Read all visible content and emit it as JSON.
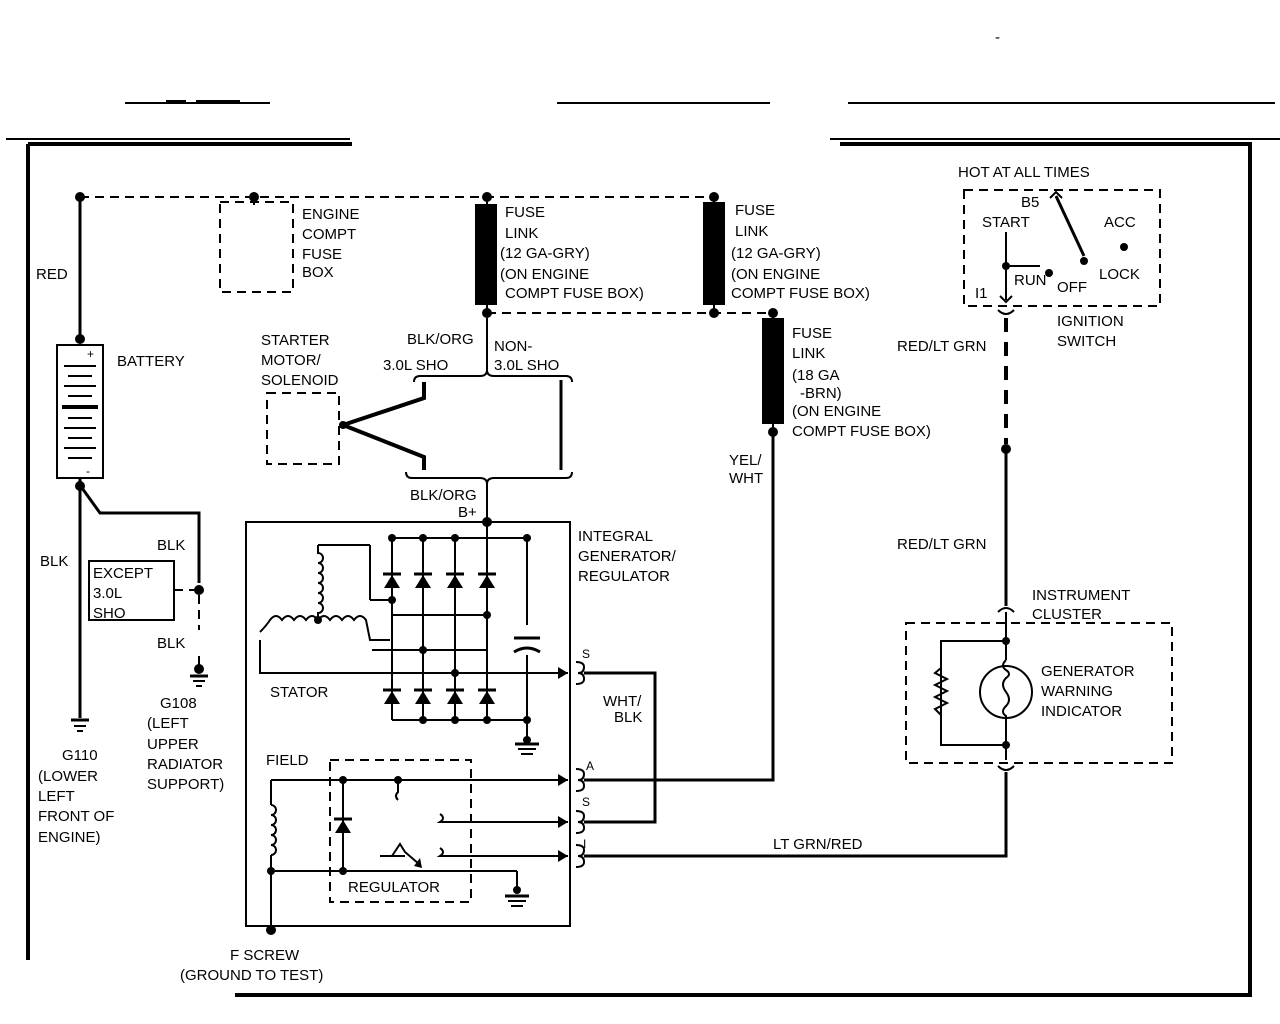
{
  "header": {
    "mark": "-"
  },
  "labels": {
    "hot_at_all_times": "HOT AT ALL TIMES",
    "red": "RED",
    "battery": "BATTERY",
    "blk_left": "BLK",
    "blk_mid": "BLK",
    "blk_lower": "BLK",
    "except": [
      "EXCEPT",
      "3.0L",
      "SHO"
    ],
    "g110": [
      "G110",
      "(LOWER",
      "LEFT",
      "FRONT OF",
      "ENGINE)"
    ],
    "g108": [
      "G108",
      "(LEFT",
      "UPPER",
      "RADIATOR",
      "SUPPORT)"
    ],
    "engine_fuse_box": [
      "ENGINE",
      "COMPT",
      "FUSE",
      "BOX"
    ],
    "fuse_link_1": [
      "FUSE",
      "LINK",
      "(12 GA-GRY)",
      "(ON ENGINE",
      "COMPT FUSE BOX)"
    ],
    "fuse_link_2": [
      "FUSE",
      "LINK",
      "(12 GA-GRY)",
      "(ON ENGINE",
      "COMPT FUSE BOX)"
    ],
    "fuse_link_3": [
      "FUSE",
      "LINK",
      "(18 GA",
      "-BRN)",
      "(ON ENGINE",
      "COMPT FUSE BOX)"
    ],
    "starter": [
      "STARTER",
      "MOTOR/",
      "SOLENOID"
    ],
    "blk_org_top": "BLK/ORG",
    "sho_30l": "3.0L SHO",
    "non_sho": [
      "NON-",
      "3.0L SHO"
    ],
    "blk_org_bottom": "BLK/ORG",
    "b_plus": "B+",
    "yel_wht": [
      "YEL/",
      "WHT"
    ],
    "integral": [
      "INTEGRAL",
      "GENERATOR/",
      "REGULATOR"
    ],
    "stator": "STATOR",
    "field": "FIELD",
    "regulator": "REGULATOR",
    "f_screw": [
      "F SCREW",
      "(GROUND TO TEST)"
    ],
    "term_s1": "S",
    "term_a": "A",
    "term_s2": "S",
    "term_i": "I",
    "wht_blk": [
      "WHT/",
      "BLK"
    ],
    "lt_grn_red": "LT GRN/RED",
    "ignition": {
      "b5": "B5",
      "start": "START",
      "acc": "ACC",
      "run": "RUN",
      "lock": "LOCK",
      "off": "OFF",
      "i1": "I1",
      "switch": [
        "IGNITION",
        "SWITCH"
      ]
    },
    "red_lt_grn_1": "RED/LT GRN",
    "red_lt_grn_2": "RED/LT GRN",
    "instrument_cluster": [
      "INSTRUMENT",
      "CLUSTER"
    ],
    "gen_warning": [
      "GENERATOR",
      "WARNING",
      "INDICATOR"
    ]
  }
}
